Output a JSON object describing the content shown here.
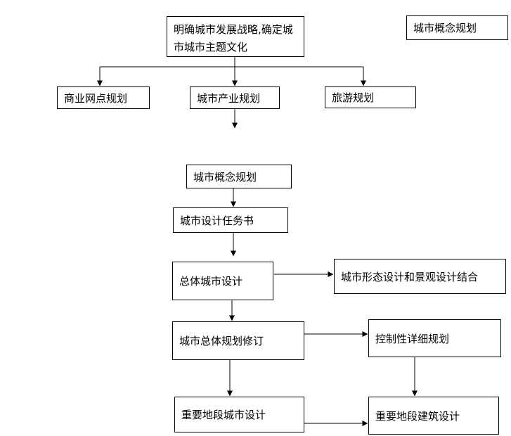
{
  "page": {
    "background_color": "#ffffff",
    "line_color": "#000000",
    "text_color": "#000000"
  },
  "diagram": {
    "type": "flowchart",
    "nodes": {
      "strategy": {
        "label": "明确城市发展战略,确定城市城市主题文化"
      },
      "concept_top": {
        "label": "城市概念规划"
      },
      "commercial": {
        "label": "商业网点规划"
      },
      "industry": {
        "label": "城市产业规划"
      },
      "tourism": {
        "label": "旅游规划"
      },
      "concept_mid": {
        "label": "城市概念规划"
      },
      "task_book": {
        "label": "城市设计任务书"
      },
      "overall_design": {
        "label": "总体城市设计"
      },
      "morphology": {
        "label": "城市形态设计和景观设计结合"
      },
      "master_plan_revision": {
        "label": "城市总体规划修订"
      },
      "regulatory_plan": {
        "label": "控制性详细规划"
      },
      "key_area_urban": {
        "label": "重要地段城市设计"
      },
      "key_area_architecture": {
        "label": "重要地段建筑设计"
      }
    },
    "edges": [
      {
        "from": "strategy",
        "to": "commercial"
      },
      {
        "from": "strategy",
        "to": "industry"
      },
      {
        "from": "strategy",
        "to": "tourism"
      },
      {
        "from": "industry",
        "to": "down"
      },
      {
        "from": "concept_mid",
        "to": "task_book"
      },
      {
        "from": "task_book",
        "to": "overall_design"
      },
      {
        "from": "overall_design",
        "to": "morphology"
      },
      {
        "from": "overall_design",
        "to": "master_plan_revision"
      },
      {
        "from": "master_plan_revision",
        "to": "regulatory_plan"
      },
      {
        "from": "master_plan_revision",
        "to": "key_area_urban"
      },
      {
        "from": "regulatory_plan",
        "to": "key_area_architecture"
      },
      {
        "from": "key_area_urban",
        "to": "key_area_architecture"
      }
    ]
  }
}
